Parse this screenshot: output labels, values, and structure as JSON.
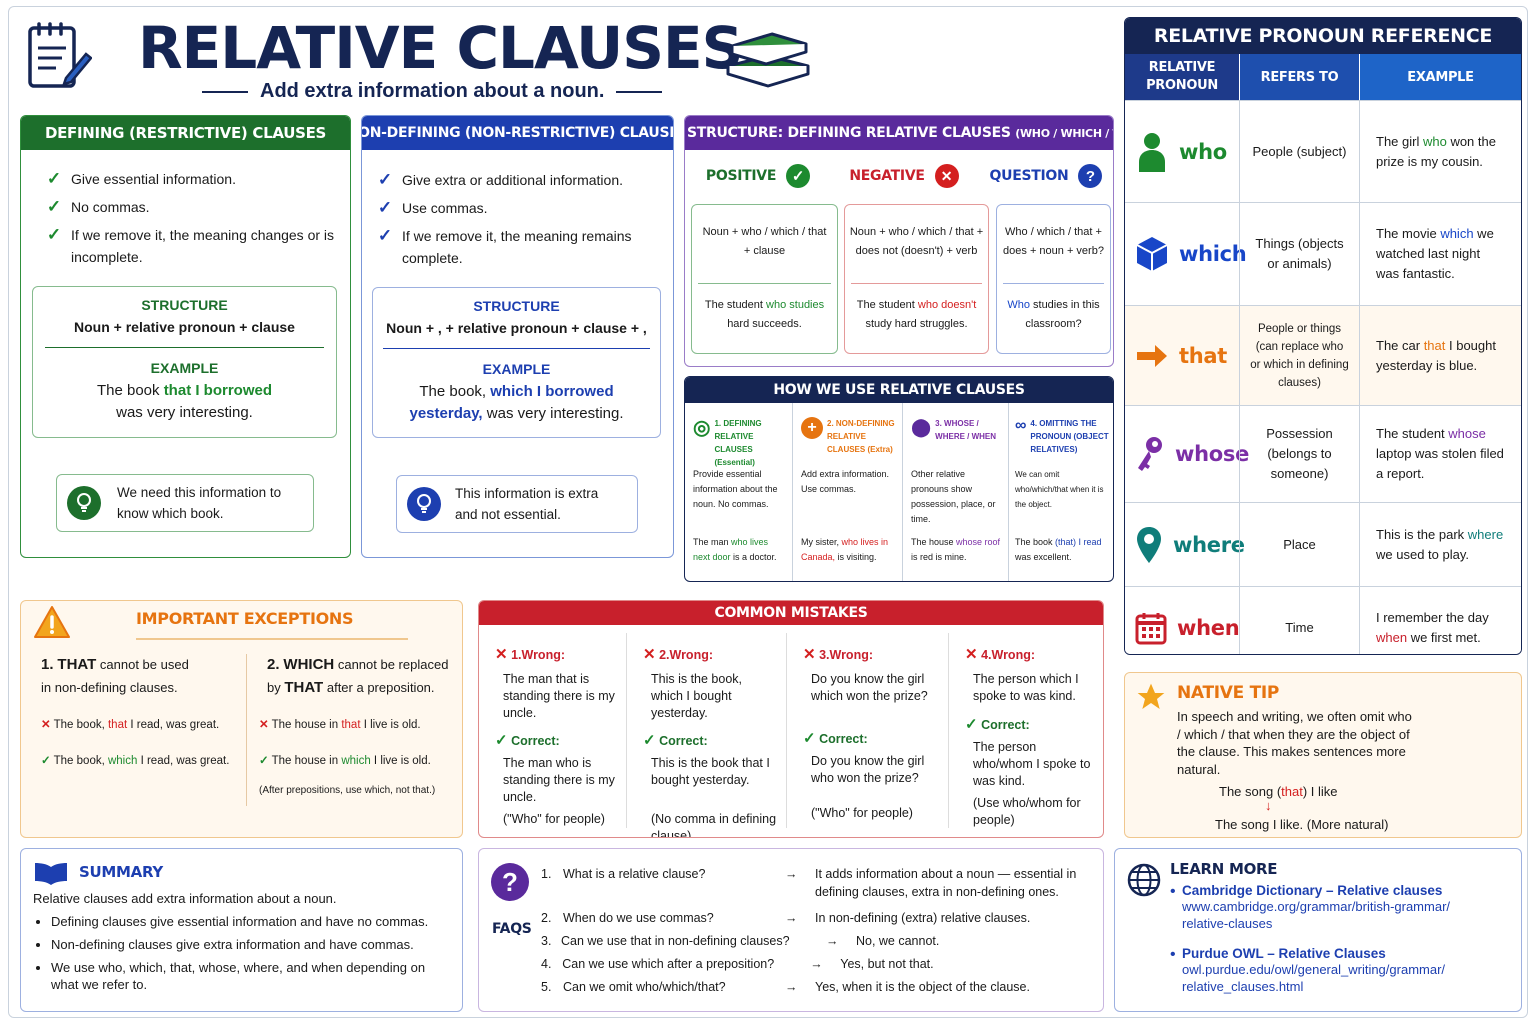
{
  "header": {
    "title": "RELATIVE CLAUSES",
    "subtitle": "Add extra information about a noun."
  },
  "defining": {
    "title": "DEFINING (RESTRICTIVE) CLAUSES",
    "points": [
      "Give essential information.",
      "No commas.",
      "If we remove it, the meaning changes or is incomplete."
    ],
    "structure_label": "STRUCTURE",
    "structure": "Noun + relative pronoun + clause",
    "example_label": "EXAMPLE",
    "example_pre": "The book ",
    "example_hl": "that I borrowed",
    "example_post": "was very interesting.",
    "tip": "We need this information to know which book."
  },
  "nondefining": {
    "title": "NON-DEFINING (NON-RESTRICTIVE) CLAUSES",
    "points": [
      "Give extra or additional information.",
      "Use commas.",
      "If we remove it, the meaning remains complete."
    ],
    "structure_label": "STRUCTURE",
    "structure": "Noun + , + relative pronoun + clause + ,",
    "example_label": "EXAMPLE",
    "example_pre": "The book, ",
    "example_hl1": "which I borrowed",
    "example_hl2": "yesterday,",
    "example_post": " was very interesting.",
    "tip": "This information is extra and not essential."
  },
  "structure": {
    "title": "ONE STRUCTURE: DEFINING RELATIVE CLAUSES",
    "title_small": "(WHO / WHICH / THAT)",
    "cols": [
      {
        "label": "POSITIVE",
        "formula": "Noun + who / which / that + clause",
        "ex_pre": "The student ",
        "ex_hl": "who studies",
        "ex_post": "hard succeeds."
      },
      {
        "label": "NEGATIVE",
        "formula": "Noun + who / which / that + does not (doesn't) + verb",
        "ex_pre": "The student ",
        "ex_hl": "who doesn't",
        "ex_post": "study hard struggles."
      },
      {
        "label": "QUESTION",
        "formula": "Who / which / that + does + noun + verb?",
        "ex_pre": "",
        "ex_hl": "Who",
        "ex_post": " studies in this classroom?"
      }
    ]
  },
  "howuse": {
    "title": "HOW WE USE RELATIVE CLAUSES",
    "cols": [
      {
        "title": "1. DEFINING RELATIVE CLAUSES (Essential)",
        "desc": "Provide essential information about the noun. No commas.",
        "ex_pre": "The man ",
        "ex_hl": "who lives next door",
        "ex_post": " is a doctor."
      },
      {
        "title": "2. NON-DEFINING RELATIVE CLAUSES (Extra)",
        "desc": "Add extra information. Use commas.",
        "ex_pre": "My sister, ",
        "ex_hl": "who lives in Canada,",
        "ex_post": " is visiting."
      },
      {
        "title": "3. WHOSE / WHERE / WHEN",
        "desc": "Other relative pronouns show possession, place, or time.",
        "ex_pre": "The house ",
        "ex_hl": "whose roof",
        "ex_post": " is red is mine."
      },
      {
        "title": "4. OMITTING THE PRONOUN (OBJECT RELATIVES)",
        "desc": "We can omit who/which/that when it is the object.",
        "ex_pre": "The book ",
        "ex_hl": "(that) I read",
        "ex_post": " was excellent."
      }
    ]
  },
  "reference": {
    "title": "RELATIVE PRONOUN REFERENCE",
    "headers": [
      "RELATIVE PRONOUN",
      "REFERS TO",
      "EXAMPLE"
    ],
    "rows": [
      {
        "pronoun": "who",
        "refers": "People (subject)",
        "ex_pre": "The girl ",
        "ex_hl": "who",
        "ex_post": " won the prize is my cousin.",
        "color": "#1d8a2f",
        "icon": "person-icon"
      },
      {
        "pronoun": "which",
        "refers": "Things (objects or animals)",
        "ex_pre": "The movie ",
        "ex_hl": "which",
        "ex_post": " we watched last night was fantastic.",
        "color": "#1846c8",
        "icon": "cube-icon"
      },
      {
        "pronoun": "that",
        "refers": "People or things (can replace who or which in defining clauses)",
        "ex_pre": "The car ",
        "ex_hl": "that",
        "ex_post": " I bought yesterday is blue.",
        "color": "#e67410",
        "icon": "arrow-icon"
      },
      {
        "pronoun": "whose",
        "refers": "Possession (belongs to someone)",
        "ex_pre": "The student ",
        "ex_hl": "whose",
        "ex_post": " laptop was stolen filed a report.",
        "color": "#7b2fa6",
        "icon": "key-icon"
      },
      {
        "pronoun": "where",
        "refers": "Place",
        "ex_pre": "This is the park ",
        "ex_hl": "where",
        "ex_post": " we used to play.",
        "color": "#0f7d7a",
        "icon": "location-pin-icon"
      },
      {
        "pronoun": "when",
        "refers": "Time",
        "ex_pre": "I remember the day ",
        "ex_hl": "when",
        "ex_post": " we first met.",
        "color": "#c8202c",
        "icon": "calendar-icon"
      }
    ]
  },
  "exceptions": {
    "title": "IMPORTANT EXCEPTIONS",
    "items": [
      {
        "n": "1.",
        "kw": "THAT",
        "text1": " cannot be used",
        "text2": "in non-defining clauses.",
        "wrong_pre": "The book, ",
        "wrong_hl": "that",
        "wrong_post": " I read, was great.",
        "right_pre": "The book, ",
        "right_hl": "which",
        "right_post": " I read, was great."
      },
      {
        "n": "2.",
        "kw": "WHICH",
        "text1": " cannot be replaced",
        "text2_pre": "by ",
        "text2_kw": "THAT",
        "text2_post": " after a preposition.",
        "wrong_pre": "The house in ",
        "wrong_hl": "that",
        "wrong_post": " I live is old.",
        "right_pre": "The house in ",
        "right_hl": "which",
        "right_post": " I live is old.",
        "note": "(After prepositions, use which, not that.)"
      }
    ]
  },
  "mistakes": {
    "title": "COMMON MISTAKES",
    "wrong_label": "Wrong:",
    "correct_label": "Correct:",
    "items": [
      {
        "n": "1.",
        "wrong": "The man that is standing there is my uncle.",
        "correct": "The man who is standing there is my uncle.",
        "note": "(\"Who\" for people)"
      },
      {
        "n": "2.",
        "wrong": "This is the book, which I bought yesterday.",
        "correct": "This is the book that I bought yesterday.",
        "note": "(No comma in defining clause)"
      },
      {
        "n": "3.",
        "wrong": "Do you know the girl which won the prize?",
        "correct": "Do you know the girl who won the prize?",
        "note": "(\"Who\" for people)"
      },
      {
        "n": "4.",
        "wrong": "The person which I spoke to was kind.",
        "correct": "The person who/whom I spoke to was kind.",
        "note": "(Use who/whom for people)"
      }
    ]
  },
  "tip": {
    "title": "NATIVE TIP",
    "text": "In speech and writing, we often omit who / which / that when they are the object of the clause. This makes sentences more natural.",
    "ex1_pre": "The song (",
    "ex1_hl": "that",
    "ex1_post": ") I like",
    "arrow": "↓",
    "ex2": "The song I like. (More natural)"
  },
  "summary": {
    "title": "SUMMARY",
    "intro": "Relative clauses add extra information about a noun.",
    "bullets": [
      "Defining clauses give essential information and have no commas.",
      "Non-defining clauses give extra information and have commas.",
      "We use who, which, that, whose, where, and when depending on what we refer to."
    ]
  },
  "faqs": {
    "label": "FAQS",
    "items": [
      {
        "n": "1.",
        "q": "What is a relative clause?",
        "a": "It adds information about a noun — essential in defining clauses, extra in non-defining ones."
      },
      {
        "n": "2.",
        "q": "When do we use commas?",
        "a": "In non-defining (extra) relative clauses."
      },
      {
        "n": "3.",
        "q": "Can we use that in non-defining clauses?",
        "a": "No, we cannot."
      },
      {
        "n": "4.",
        "q": "Can we use which after a preposition?",
        "a": "Yes, but not that."
      },
      {
        "n": "5.",
        "q": "Can we omit who/which/that?",
        "a": "Yes, when it is the object of the clause."
      }
    ],
    "arrow": "→"
  },
  "learn": {
    "title": "LEARN MORE",
    "links": [
      {
        "name": "Cambridge Dictionary – Relative clauses",
        "url1": "www.cambridge.org/grammar/british-grammar/",
        "url2": "relative-clauses"
      },
      {
        "name": "Purdue OWL – Relative Clauses",
        "url1": "owl.purdue.edu/owl/general_writing/grammar/",
        "url2": "relative_clauses.html"
      }
    ]
  },
  "colors": {
    "navy": "#152553",
    "green": "#1d6f2c",
    "blue": "#1d3fb0",
    "purple": "#5a2a9c",
    "red": "#c8202c",
    "orange": "#e67410"
  }
}
